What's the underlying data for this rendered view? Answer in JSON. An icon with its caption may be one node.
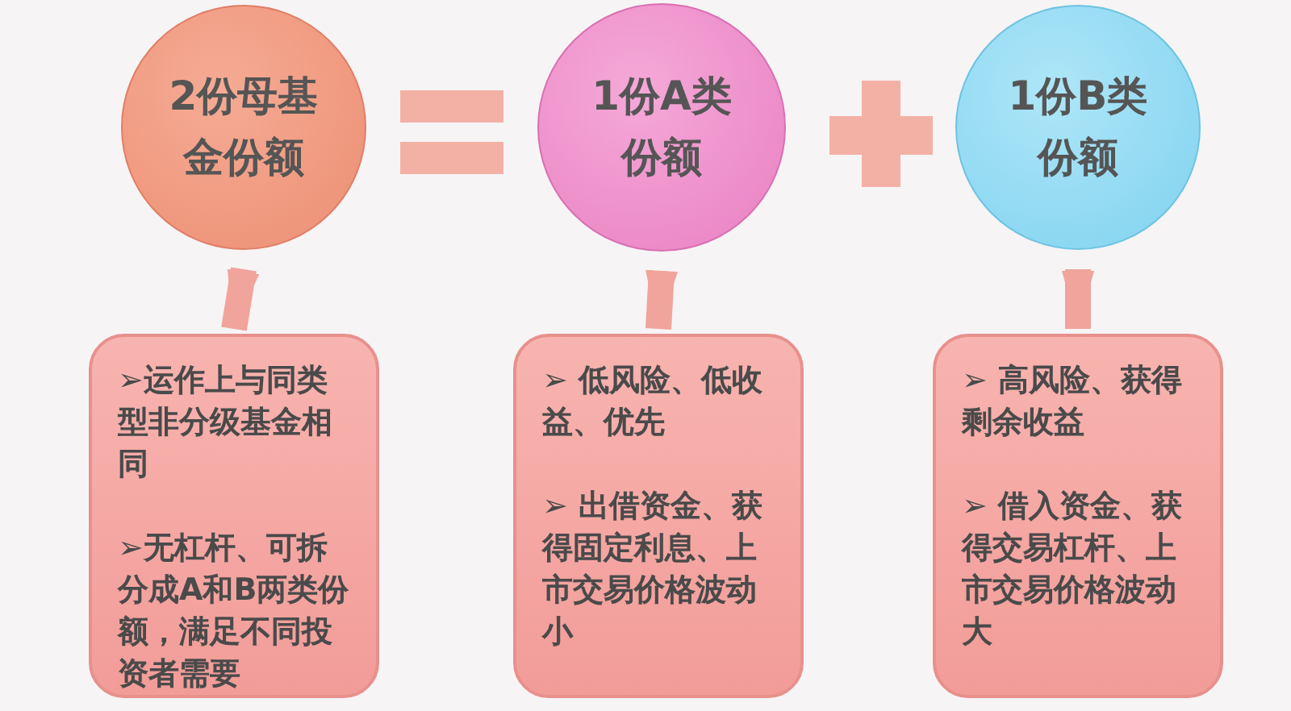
{
  "diagram": {
    "nodes": [
      {
        "text": [
          "2份母基金份额"
        ]
      },
      {
        "text": [
          "1份A类份额"
        ]
      },
      {
        "text": [
          "1份B类份额"
        ]
      },
      {
        "text": [
          "➢运作上与同类型非分级基金相同",
          "➢无杠杆、可拆分成A和B两类份额，满足不同投资者需要"
        ]
      },
      {
        "text": [
          "➢ 低风险、低收益、优先",
          "➢ 出借资金、获得固定利息、上市交易价格波动小"
        ]
      },
      {
        "text": [
          "➢ 高风险、获得剩余收益",
          "➢ 借入资金、获得交易杠杆、上市交易价格波动大"
        ]
      }
    ],
    "edges": [
      {
        "from": 0,
        "to": 3,
        "arrow": "to"
      },
      {
        "from": 1,
        "to": 4,
        "arrow": "to"
      },
      {
        "from": 2,
        "to": 5,
        "arrow": "to"
      }
    ]
  }
}
